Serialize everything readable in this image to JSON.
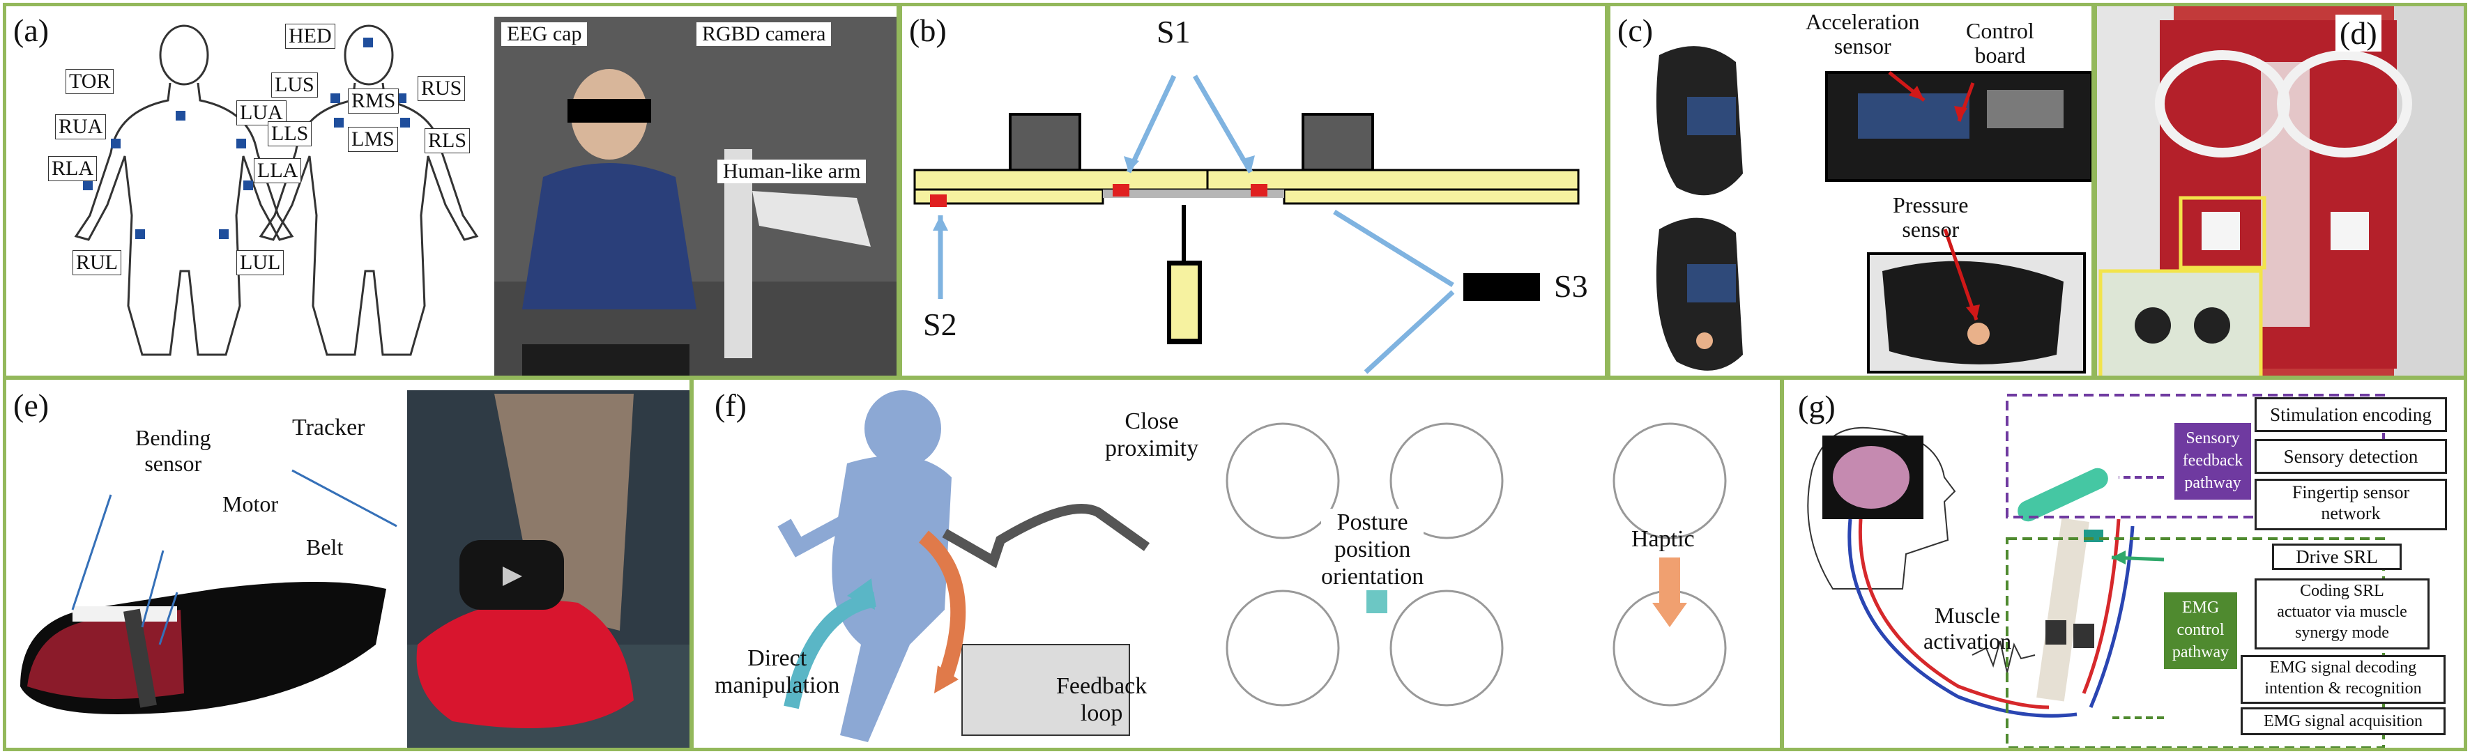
{
  "panels": {
    "a": {
      "label": "(a)",
      "sensors": [
        "HED",
        "TOR",
        "LUS",
        "RUS",
        "RMS",
        "LUA",
        "RUA",
        "LLS",
        "RLS",
        "LMS",
        "RLA",
        "LLA",
        "RUL",
        "LUL"
      ],
      "photo_labels": [
        "EEG cap",
        "RGBD camera",
        "Human-like arm"
      ]
    },
    "b": {
      "label": "(b)",
      "s1": "S1",
      "s2": "S2",
      "s3": "S3"
    },
    "c": {
      "label": "(c)",
      "acc": "Acceleration\nsensor",
      "control": "Control\nboard",
      "pressure": "Pressure\nsensor"
    },
    "d": {
      "label": "(d)"
    },
    "e": {
      "label": "(e)",
      "bending": "Bending\nsensor",
      "motor": "Motor",
      "belt": "Belt",
      "tracker": "Tracker"
    },
    "f": {
      "label": "(f)",
      "close": "Close\nproximity",
      "direct": "Direct\nmanipulation",
      "feedback": "Feedback\nloop",
      "posture": "Posture\nposition\norientation",
      "haptic": "Haptic"
    },
    "g": {
      "label": "(g)",
      "stim": "Stimulation encoding",
      "detect": "Sensory detection",
      "fingertip": "Fingertip sensor\nnetwork",
      "sensory_path": "Sensory\nfeedback\npathway",
      "drive": "Drive SRL",
      "coding": "Coding SRL\nactuator via muscle\nsynergy mode",
      "decoding": "EMG signal decoding\nintention & recognition",
      "acquisition": "EMG signal acquisition",
      "emg_path": "EMG\ncontrol\npathway",
      "muscle": "Muscle\nactivation"
    }
  },
  "colors": {
    "border": "#93b85b",
    "sensor": "#1f4e9c",
    "purple": "#6f3aa0",
    "green": "#4f8a2f",
    "arrow": "#7fb3e0"
  }
}
